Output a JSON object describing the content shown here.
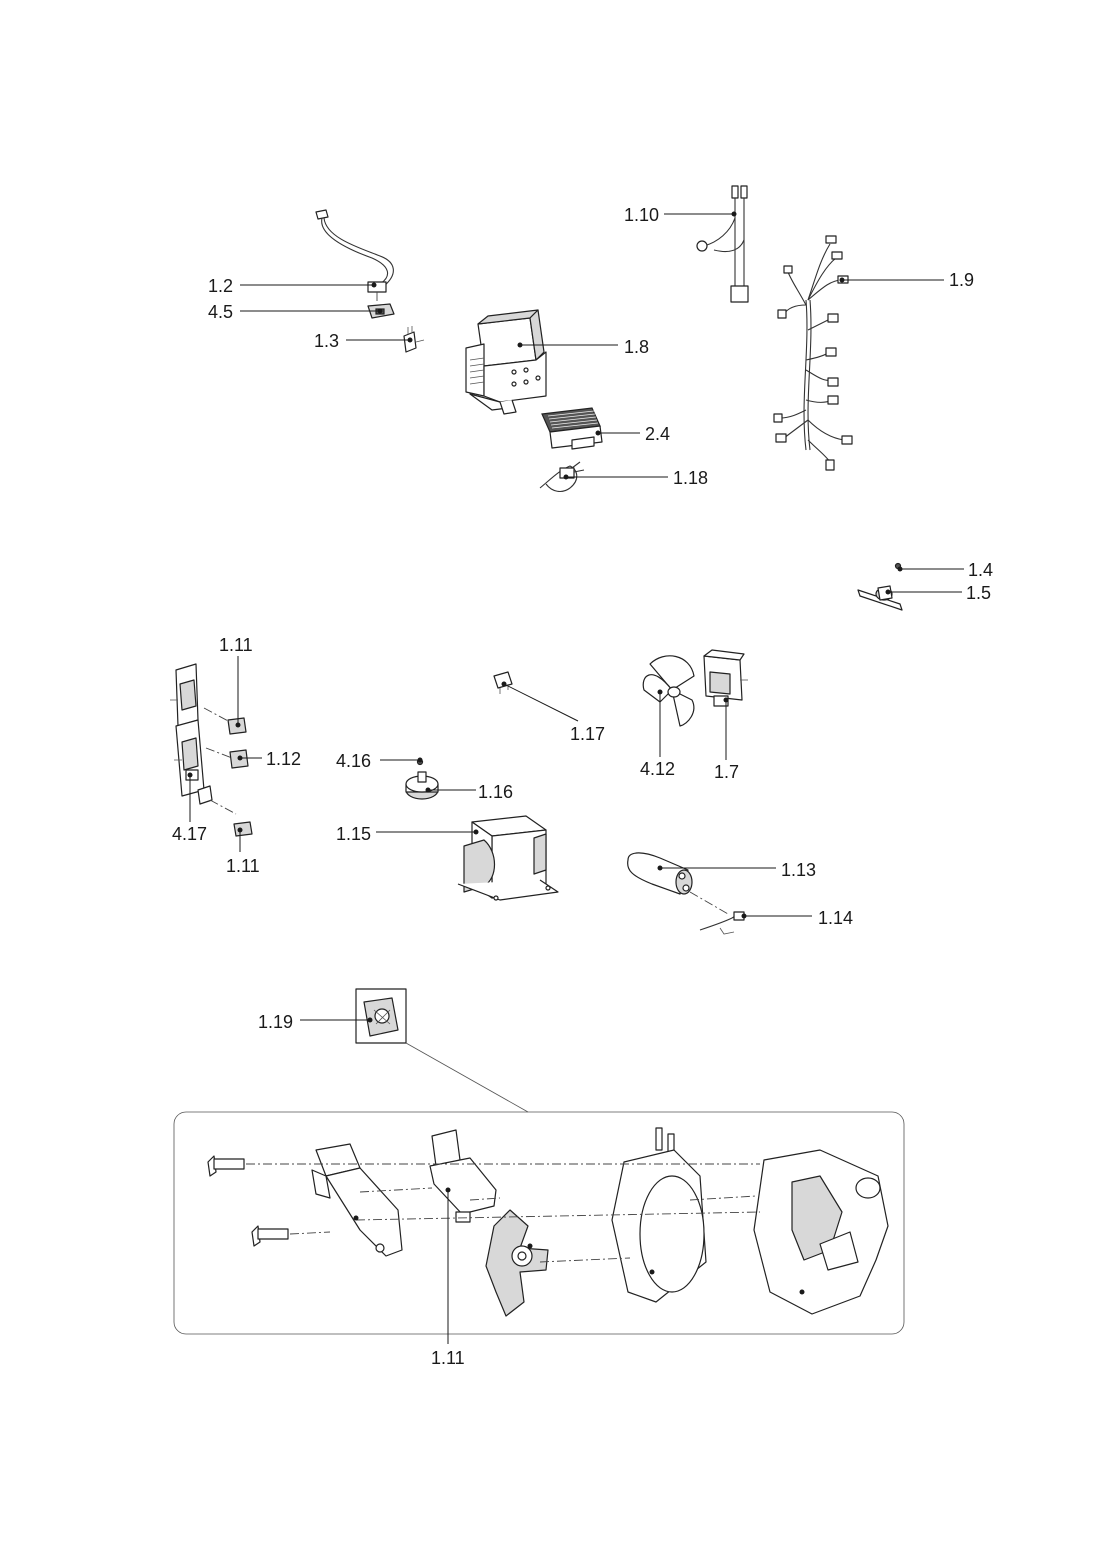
{
  "labels": {
    "p1_2": "1.2",
    "p4_5": "4.5",
    "p1_3": "1.3",
    "p1_8": "1.8",
    "p2_4": "2.4",
    "p1_18": "1.18",
    "p1_10": "1.10",
    "p1_9": "1.9",
    "p1_4": "1.4",
    "p1_5": "1.5",
    "p1_11_top": "1.11",
    "p1_12": "1.12",
    "p4_17": "4.17",
    "p1_11_mid": "1.11",
    "p1_17": "1.17",
    "p4_12": "4.12",
    "p1_7": "1.7",
    "p4_16": "4.16",
    "p1_16": "1.16",
    "p1_15": "1.15",
    "p1_13": "1.13",
    "p1_14": "1.14",
    "p1_19": "1.19",
    "p1_11_bottom": "1.11"
  }
}
